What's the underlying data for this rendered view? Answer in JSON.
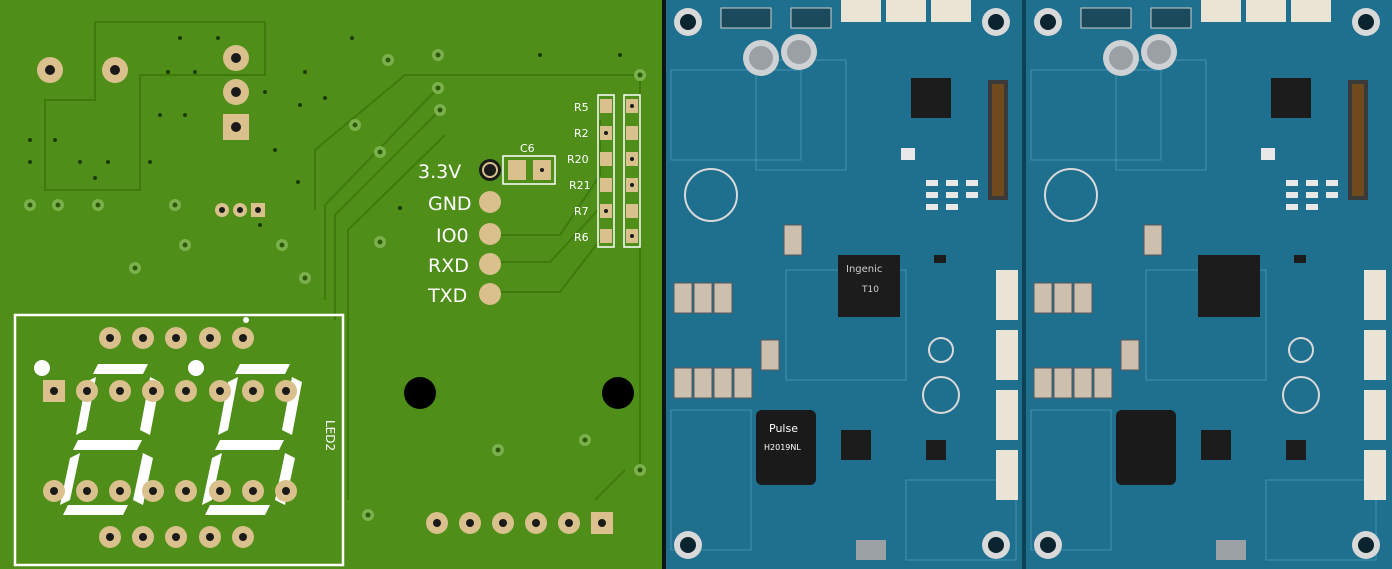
{
  "left_pcb": {
    "colors": {
      "board": "#4f8f19",
      "trace": "#3e7a0c",
      "pad": "#d9c08d",
      "silk": "#ffffff"
    },
    "labels": {
      "v33": "3.3V",
      "gnd": "GND",
      "io0": "IO0",
      "rxd": "RXD",
      "txd": "TXD",
      "c6": "C6",
      "led": "LED2",
      "r5": "R5",
      "r2": "R2",
      "r20": "R20",
      "r21": "R21",
      "r7": "R7",
      "r6": "R6"
    }
  },
  "right_photo": {
    "colors": {
      "board": "#1f6f8e",
      "board_dark": "#16586f",
      "chip": "#1c1c1c",
      "connector": "#eae4d4"
    },
    "labels": {
      "soc_brand": "Ingenic",
      "soc_model": "T10",
      "magjack_brand": "Pulse",
      "magjack_model": "H2019NL"
    }
  }
}
